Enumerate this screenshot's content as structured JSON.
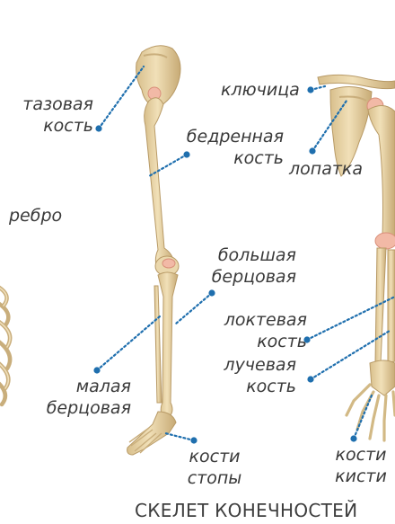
{
  "labels": {
    "pelvis": [
      "тазовая",
      "кость"
    ],
    "femur": [
      "бедренная",
      "кость"
    ],
    "rib": "ребро",
    "tibia": [
      "большая",
      "берцовая"
    ],
    "fibula": [
      "малая",
      "берцовая"
    ],
    "foot_bones": [
      "кости",
      "стопы"
    ],
    "clavicle": "ключица",
    "scapula": "лопатка",
    "ulna": [
      "локтевая",
      "кость"
    ],
    "radius": [
      "лучевая",
      "кость"
    ],
    "hand_bones": [
      "кости",
      "кисти"
    ]
  },
  "caption": "СКЕЛЕТ КОНЕЧНОСТЕЙ",
  "colors": {
    "bone": "#e8d3a6",
    "bone_shade": "#c9ae7c",
    "bone_outline": "#b89a66",
    "joint": "#f2b9a6",
    "leader": "#1f6fae",
    "text": "#3a3a3a"
  }
}
